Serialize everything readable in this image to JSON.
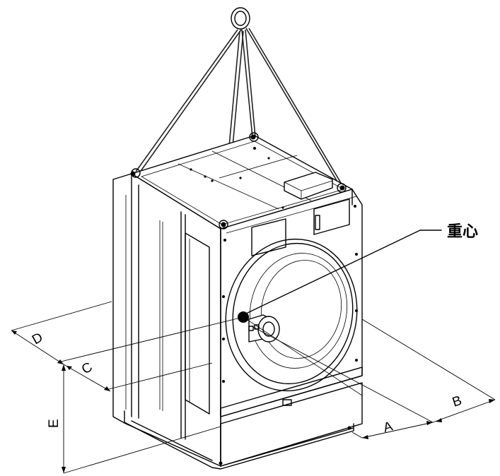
{
  "labels": {
    "center_of_gravity": "重心",
    "dim_a": "A",
    "dim_b": "B",
    "dim_c": "C",
    "dim_d": "D",
    "dim_e": "E"
  },
  "colors": {
    "line": "#000000",
    "background": "#ffffff"
  },
  "icons": {
    "lifting_eye": "ring",
    "center_of_gravity_marker": "filled-dot"
  }
}
